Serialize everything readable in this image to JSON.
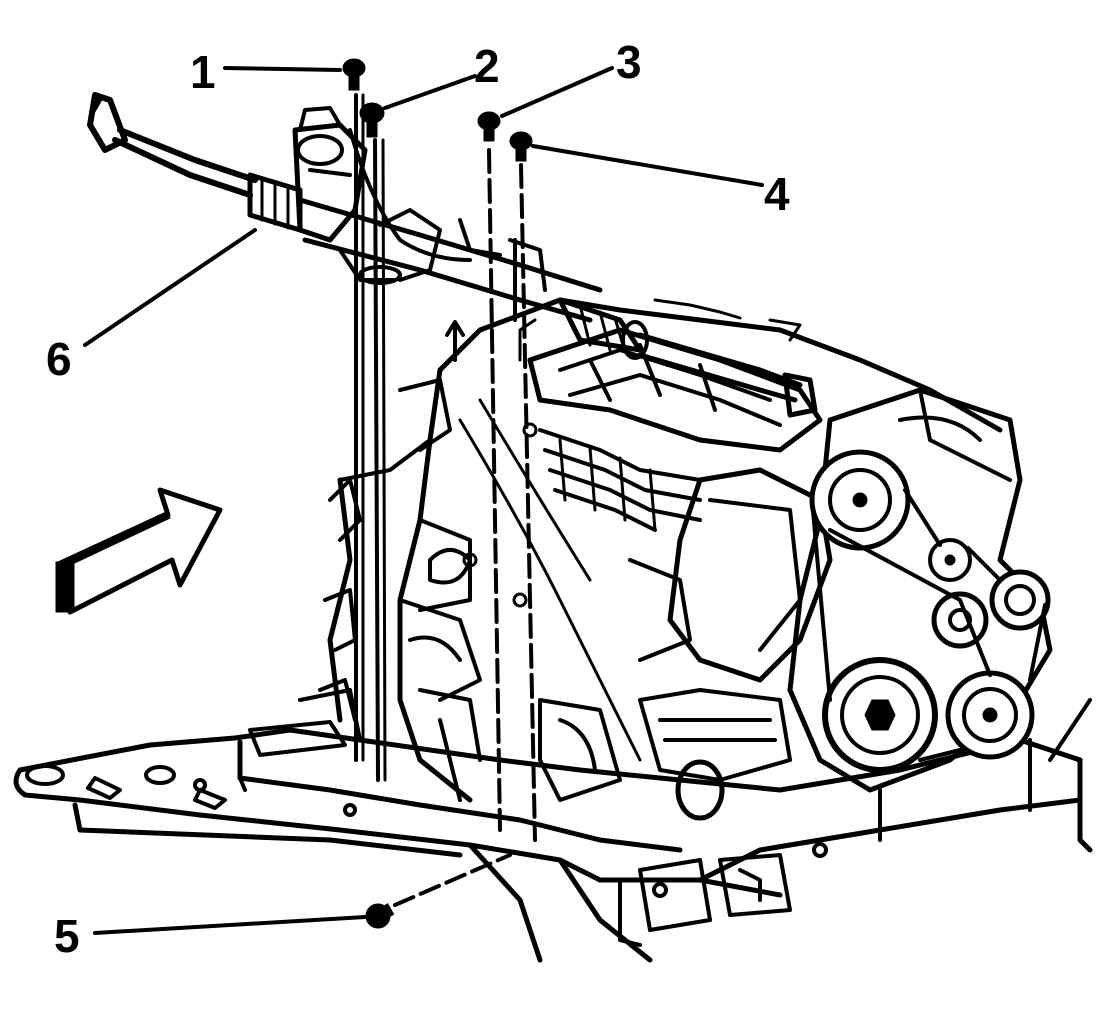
{
  "figure": {
    "callouts": [
      {
        "id": "1",
        "label": "1"
      },
      {
        "id": "2",
        "label": "2"
      },
      {
        "id": "3",
        "label": "3"
      },
      {
        "id": "4",
        "label": "4"
      },
      {
        "id": "5",
        "label": "5"
      },
      {
        "id": "6",
        "label": "6"
      }
    ],
    "colors": {
      "ink": "#000000",
      "paper": "#ffffff"
    },
    "icons": {
      "direction_arrow": "forward-arrow-icon"
    }
  }
}
